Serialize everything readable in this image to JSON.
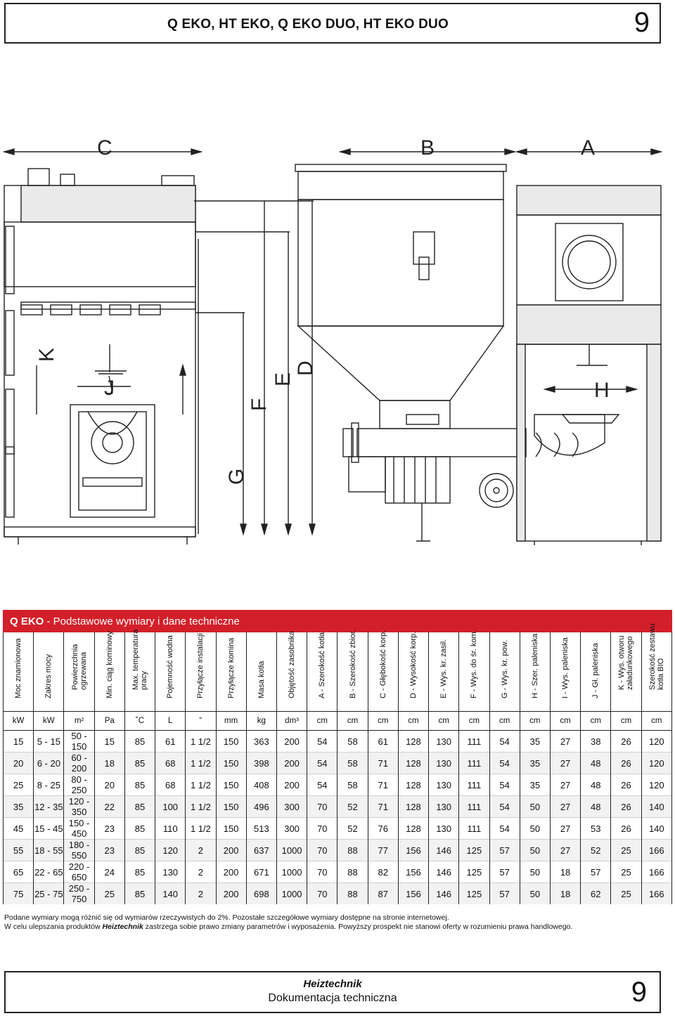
{
  "header": {
    "title": "Q EKO, HT EKO, Q EKO DUO, HT EKO DUO",
    "page_number": "9"
  },
  "drawing": {
    "dimension_labels": {
      "A": "A",
      "B": "B",
      "C": "C",
      "D": "D",
      "E": "E",
      "F": "F",
      "G": "G",
      "H": "H",
      "J": "J",
      "K": "K"
    },
    "stroke_color": "#222222"
  },
  "section": {
    "title_bold": "Q EKO",
    "title_rest": " - Podstawowe wymiary i dane techniczne",
    "accent_color": "#d31f2a"
  },
  "table": {
    "columns": [
      {
        "label": "Moc znamionowa",
        "unit": "kW"
      },
      {
        "label": "Zakres mocy",
        "unit": "kW"
      },
      {
        "label": "Powierzchnia\nogrzewana",
        "unit": "m²"
      },
      {
        "label": "Min. ciąg kominowy",
        "unit": "Pa"
      },
      {
        "label": "Max. temperatura\npracy",
        "unit": "˚C"
      },
      {
        "label": "Pojemność wodna",
        "unit": "L"
      },
      {
        "label": "Przyłącze instalacji",
        "unit": "“"
      },
      {
        "label": "Przyłącze komina",
        "unit": "mm"
      },
      {
        "label": "Masa kotła",
        "unit": "kg"
      },
      {
        "label": "Objętość zasobnika",
        "unit": "dm³"
      },
      {
        "label": "A - Szerokość kotła",
        "unit": "cm"
      },
      {
        "label": "B - Szerokość zbior.",
        "unit": "cm"
      },
      {
        "label": "C - Głębokość korp.",
        "unit": "cm"
      },
      {
        "label": "D - Wysokość korp.",
        "unit": "cm"
      },
      {
        "label": "E - Wys. kr. zasil.",
        "unit": "cm"
      },
      {
        "label": "F - Wys. do śr. kom.",
        "unit": "cm"
      },
      {
        "label": "G - Wys. kr. pow.",
        "unit": "cm"
      },
      {
        "label": "H - Szer. paleniska",
        "unit": "cm"
      },
      {
        "label": "I - Wys. paleniska",
        "unit": "cm"
      },
      {
        "label": "J - Gł. paleniska",
        "unit": "cm"
      },
      {
        "label": "K - Wys. otworu\nzaładunkowego",
        "unit": "cm"
      },
      {
        "label": "Szerokość zestawu\nkotła BIO",
        "unit": "cm"
      }
    ],
    "rows": [
      [
        "15",
        "5 - 15",
        "50 - 150",
        "15",
        "85",
        "61",
        "1 1/2",
        "150",
        "363",
        "200",
        "54",
        "58",
        "61",
        "128",
        "130",
        "111",
        "54",
        "35",
        "27",
        "38",
        "26",
        "120"
      ],
      [
        "20",
        "6 - 20",
        "60 - 200",
        "18",
        "85",
        "68",
        "1 1/2",
        "150",
        "398",
        "200",
        "54",
        "58",
        "71",
        "128",
        "130",
        "111",
        "54",
        "35",
        "27",
        "48",
        "26",
        "120"
      ],
      [
        "25",
        "8 - 25",
        "80 - 250",
        "20",
        "85",
        "68",
        "1 1/2",
        "150",
        "408",
        "200",
        "54",
        "58",
        "71",
        "128",
        "130",
        "111",
        "54",
        "35",
        "27",
        "48",
        "26",
        "120"
      ],
      [
        "35",
        "12 - 35",
        "120 - 350",
        "22",
        "85",
        "100",
        "1 1/2",
        "150",
        "496",
        "300",
        "70",
        "52",
        "71",
        "128",
        "130",
        "111",
        "54",
        "50",
        "27",
        "48",
        "26",
        "140"
      ],
      [
        "45",
        "15 - 45",
        "150 - 450",
        "23",
        "85",
        "110",
        "1 1/2",
        "150",
        "513",
        "300",
        "70",
        "52",
        "76",
        "128",
        "130",
        "111",
        "54",
        "50",
        "27",
        "53",
        "26",
        "140"
      ],
      [
        "55",
        "18 - 55",
        "180 - 550",
        "23",
        "85",
        "120",
        "2",
        "200",
        "637",
        "1000",
        "70",
        "88",
        "77",
        "156",
        "146",
        "125",
        "57",
        "50",
        "27",
        "52",
        "25",
        "166"
      ],
      [
        "65",
        "22 - 65",
        "220 - 650",
        "24",
        "85",
        "130",
        "2",
        "200",
        "671",
        "1000",
        "70",
        "88",
        "82",
        "156",
        "146",
        "125",
        "57",
        "50",
        "18",
        "57",
        "25",
        "166"
      ],
      [
        "75",
        "25 - 75",
        "250 - 750",
        "25",
        "85",
        "140",
        "2",
        "200",
        "698",
        "1000",
        "70",
        "88",
        "87",
        "156",
        "146",
        "125",
        "57",
        "50",
        "18",
        "62",
        "25",
        "166"
      ]
    ]
  },
  "notes": {
    "line1": "Podane wymiary mogą różnić się od wymiarów rzeczywistych do 2%. Pozostałe szczegółowe wymiary dostępne na stronie internetowej.",
    "line2_a": "W celu ulepszania produktów ",
    "line2_brand": "Heiztechnik",
    "line2_b": " zastrzega sobie prawo zmiany parametrów i wyposażenia. Powyższy prospekt nie stanowi oferty w rozumieniu prawa handlowego."
  },
  "footer": {
    "brand": "Heiztechnik",
    "subtitle": "Dokumentacja techniczna",
    "page_number": "9"
  }
}
